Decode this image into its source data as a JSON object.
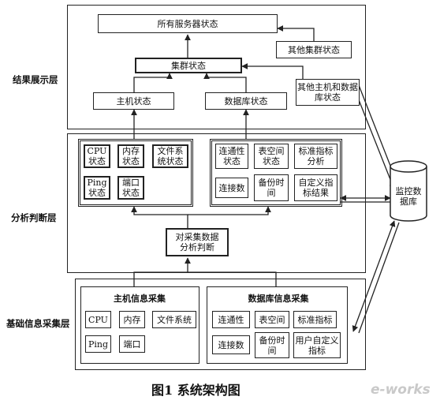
{
  "layers": {
    "result": "结果展示层",
    "analysis": "分析判断层",
    "collection": "基础信息采集层"
  },
  "result_layer": {
    "all_servers": "所有服务器状态",
    "other_clusters": "其他集群状态",
    "cluster": "集群状态",
    "other_hosts_db": "其他主机和数据库状态",
    "host_status": "主机状态",
    "db_status": "数据库状态"
  },
  "analysis_layer": {
    "host": [
      "CPU状态",
      "内存状态",
      "文件系统状态",
      "Ping状态",
      "端口状态"
    ],
    "db": [
      "连通性状态",
      "表空间状态",
      "标准指标分析",
      "连接数",
      "备份时间",
      "自定义指标结果"
    ],
    "judge": "对采集数据分析判断"
  },
  "collection_layer": {
    "host_title": "主机信息采集",
    "host_items": [
      "CPU",
      "内存",
      "文件系统",
      "Ping",
      "端口"
    ],
    "db_title": "数据库信息采集",
    "db_items": [
      "连通性",
      "表空间",
      "标准指标",
      "连接数",
      "备份时间",
      "用户自定义指标"
    ]
  },
  "monitor_db": "监控数据库",
  "caption": "图1   系统架构图",
  "watermark": "e-works"
}
